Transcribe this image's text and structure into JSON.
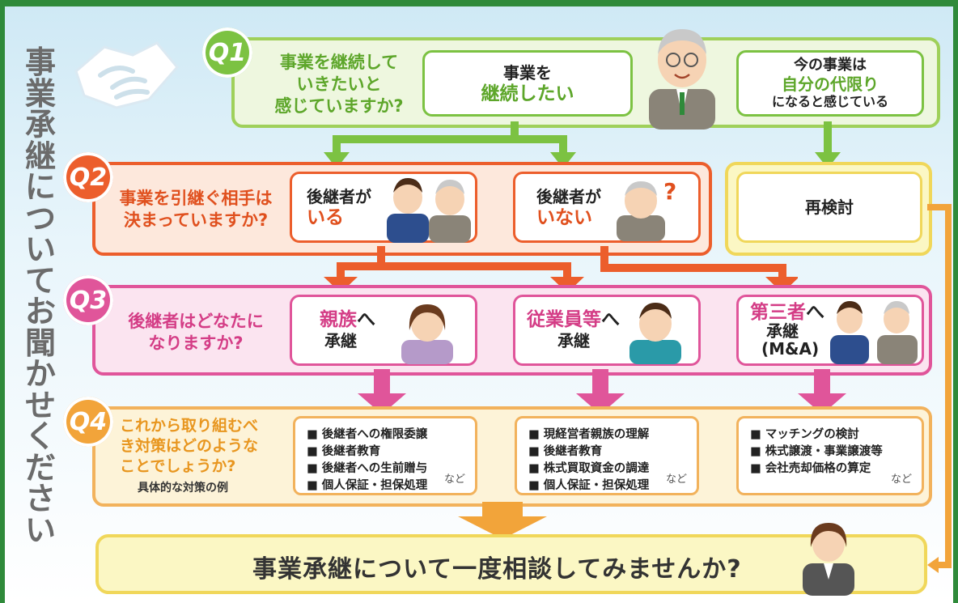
{
  "title_vertical": "事業承継についてお聞かせください",
  "colors": {
    "q1": "#7cc242",
    "q2": "#ec5e2c",
    "q3": "#e0559a",
    "q4": "#f2a43a",
    "frame": "#2f8a3a"
  },
  "q1": {
    "badge": "Q1",
    "question": [
      "事業を継続して",
      "いきたいと",
      "感じていますか?"
    ],
    "opt1": [
      "事業を",
      "継続したい"
    ],
    "opt2_line1": "今の事業は",
    "opt2_line2": "自分の代限り",
    "opt2_line3": "になると感じている"
  },
  "q2": {
    "badge": "Q2",
    "question": [
      "事業を引継ぐ相手は",
      "決まっていますか?"
    ],
    "opt1": [
      "後継者が",
      "いる"
    ],
    "opt2": [
      "後継者が",
      "いない"
    ],
    "reconsider": "再検討"
  },
  "q3": {
    "badge": "Q3",
    "question": [
      "後継者はどなたに",
      "なりますか?"
    ],
    "opt1_a": "親族",
    "opt1_b": "へ",
    "opt1_c": "承継",
    "opt2_a": "従業員等",
    "opt2_b": "へ",
    "opt2_c": "承継",
    "opt3_a": "第三者",
    "opt3_b": "へ",
    "opt3_c": "承継",
    "opt3_d": "(M&A)"
  },
  "q4": {
    "badge": "Q4",
    "question": [
      "これから取り組むべ",
      "き対策はどのような",
      "ことでしょうか?"
    ],
    "sub": "具体的な対策の例",
    "list1": [
      "後継者への権限委譲",
      "後継者教育",
      "後継者への生前贈与",
      "個人保証・担保処理"
    ],
    "list2": [
      "現経営者親族の理解",
      "後継者教育",
      "株式買取資金の調達",
      "個人保証・担保処理"
    ],
    "list3": [
      "マッチングの検討",
      "株式譲渡・事業譲渡等",
      "会社売却価格の算定"
    ],
    "etc": "など"
  },
  "bottom": "事業承継について一度相談してみませんか?"
}
